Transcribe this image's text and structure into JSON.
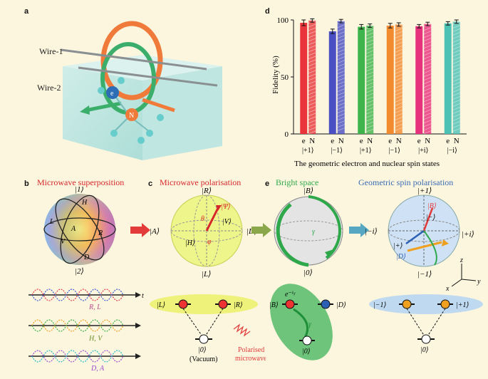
{
  "panels": {
    "a": {
      "letter": "a",
      "wire1": "Wire-1",
      "wire2": "Wire-2",
      "electron": "e",
      "nucleus": "N"
    },
    "b": {
      "letter": "b",
      "title": "Microwave superposition",
      "ket_top": "|1⟩",
      "ket_bottom": "|2⟩",
      "points": [
        "H",
        "L",
        "A",
        "R",
        "V",
        "D"
      ],
      "wave_t": "t",
      "wave_labels": [
        "R, L",
        "H, V",
        "D, A"
      ]
    },
    "c": {
      "letter": "c",
      "title": "Microwave polarisation",
      "ket_top": "|R⟩",
      "ket_bottom": "|L⟩",
      "ket_left": "|A⟩",
      "ket_right": "|D⟩",
      "ket_psi": "|Ψ⟩",
      "ket_v": "|V⟩",
      "ket_h": "|H⟩",
      "theta": "θ",
      "phi": "φ",
      "level_left": "|L⟩",
      "level_right": "|R⟩",
      "level_bottom": "|0⟩",
      "vacuum": "(Vacuum)",
      "polarised_1": "Polarised",
      "polarised_2": "microwave"
    },
    "d": {
      "letter": "d",
      "ylabel": "Fidelity (%)",
      "xlabel": "The geometric electron and nuclear spin states"
    },
    "e": {
      "letter": "e",
      "title": "Bright space",
      "ket_top": "|B⟩",
      "ket_bottom": "|0⟩",
      "gamma": "γ",
      "level_left": "|B⟩",
      "level_right": "|D⟩",
      "phase": "e⁻ⁱᵞ",
      "level_bottom": "|0⟩"
    },
    "f": {
      "title": "Geometric spin polarisation",
      "ket_top": "|+1⟩",
      "ket_bottom": "|−1⟩",
      "ket_left": "|−i⟩",
      "ket_right": "|+i⟩",
      "ket_b": "|B⟩",
      "ket_minus": "|−⟩",
      "ket_plus": "|+⟩",
      "ket_d": "|D⟩",
      "axis_x": "x",
      "axis_y": "y",
      "axis_z": "z",
      "level_left": "|−1⟩",
      "level_right": "|+1⟩",
      "level_bottom": "|0⟩"
    }
  },
  "chart_data": {
    "type": "bar",
    "ylabel": "Fidelity (%)",
    "xlabel": "The geometric electron and nuclear spin states",
    "ylim": [
      0,
      100
    ],
    "yticks": [
      0,
      50,
      100
    ],
    "groups": [
      {
        "state": "|+1⟩",
        "color": "#e8343a",
        "values": [
          {
            "label": "e",
            "value": 97.5,
            "err": 2.5
          },
          {
            "label": "N",
            "value": 99.5,
            "err": 1.5
          }
        ]
      },
      {
        "state": "|−1⟩",
        "color": "#4a4fc4",
        "values": [
          {
            "label": "e",
            "value": 90,
            "err": 2
          },
          {
            "label": "N",
            "value": 99,
            "err": 1.5
          }
        ]
      },
      {
        "state": "|+1⟩",
        "color": "#3fb44c",
        "values": [
          {
            "label": "e",
            "value": 94,
            "err": 2
          },
          {
            "label": "N",
            "value": 95,
            "err": 1.5
          }
        ]
      },
      {
        "state": "|−1⟩",
        "color": "#f28a2e",
        "values": [
          {
            "label": "e",
            "value": 95,
            "err": 2
          },
          {
            "label": "N",
            "value": 96,
            "err": 1.5
          }
        ]
      },
      {
        "state": "|+i⟩",
        "color": "#e8317c",
        "values": [
          {
            "label": "e",
            "value": 94.5,
            "err": 1.5
          },
          {
            "label": "N",
            "value": 96.5,
            "err": 1.5
          }
        ]
      },
      {
        "state": "|−i⟩",
        "color": "#4cc2b5",
        "values": [
          {
            "label": "e",
            "value": 97,
            "err": 1.5
          },
          {
            "label": "N",
            "value": 98.5,
            "err": 1.5
          }
        ]
      }
    ]
  }
}
